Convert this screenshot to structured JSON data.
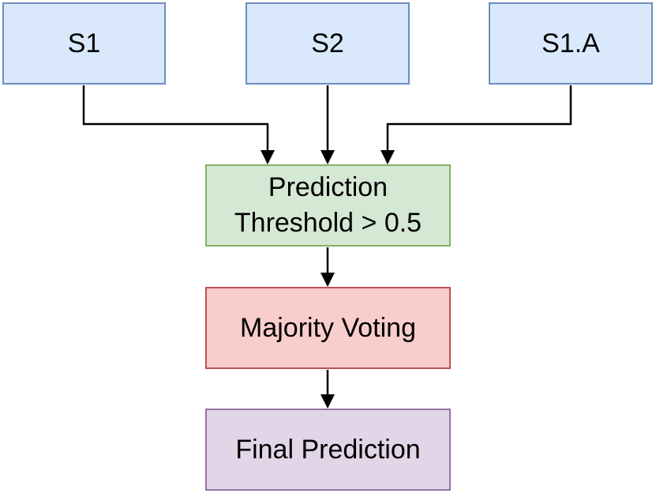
{
  "nodes": {
    "s1": {
      "label": "S1"
    },
    "s2": {
      "label": "S2"
    },
    "s1a": {
      "label": "S1.A"
    },
    "prediction": {
      "line1": "Prediction",
      "line2": "Threshold > 0.5"
    },
    "majority_voting": {
      "label": "Majority Voting"
    },
    "final_prediction": {
      "label": "Final Prediction"
    }
  },
  "colors": {
    "blue_fill": "#dae8fc",
    "blue_stroke": "#6c8ebf",
    "green_fill": "#d5e8d4",
    "green_stroke": "#82b366",
    "red_fill": "#f8cecc",
    "red_stroke": "#b85450",
    "purple_fill": "#e1d5e7",
    "purple_stroke": "#9673a6",
    "edge": "#000000"
  },
  "edges": [
    {
      "from": "S1",
      "to": "Prediction"
    },
    {
      "from": "S2",
      "to": "Prediction"
    },
    {
      "from": "S1.A",
      "to": "Prediction"
    },
    {
      "from": "Prediction",
      "to": "Majority Voting"
    },
    {
      "from": "Majority Voting",
      "to": "Final Prediction"
    }
  ]
}
